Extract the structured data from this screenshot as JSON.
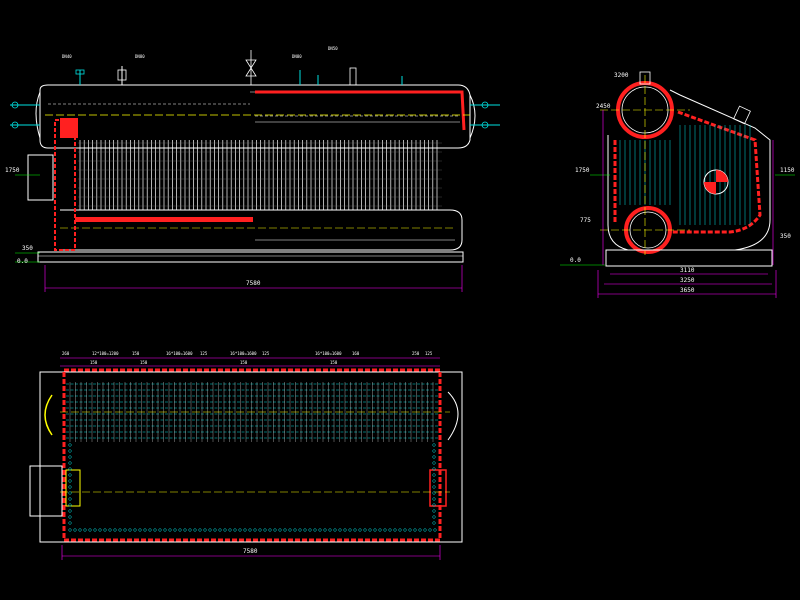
{
  "colors": {
    "background": "#000000",
    "outline": "#ffffff",
    "refractory": "#ff2020",
    "tubes": "#00e0e0",
    "centerline": "#ffff00",
    "dimension": "#ff00ff",
    "accent_green": "#00ff00"
  },
  "side_view": {
    "overall_length": "7580",
    "left_level_1": "1750",
    "left_level_2": "350",
    "left_level_3": "0.0",
    "top_notes": [
      "DN40",
      "DN80",
      "DN80",
      "DN50"
    ]
  },
  "end_view": {
    "width_1": "3110",
    "width_2": "3250",
    "width_3": "3650",
    "top_left_dim": "3200",
    "left_dim_1": "2450",
    "left_dim_2": "1750",
    "left_dim_3": "775",
    "left_dim_4": "0.0",
    "right_dim_1": "1150",
    "right_dim_2": "350"
  },
  "plan_view": {
    "overall_length": "7580",
    "top_dims": [
      "260",
      "12*100=1200",
      "150",
      "16*100=1600",
      "125",
      "16*100=1600",
      "125",
      "16*100=1600",
      "160",
      "250",
      "125"
    ],
    "second_row_dims": [
      "150",
      "150",
      "150",
      "150"
    ]
  }
}
